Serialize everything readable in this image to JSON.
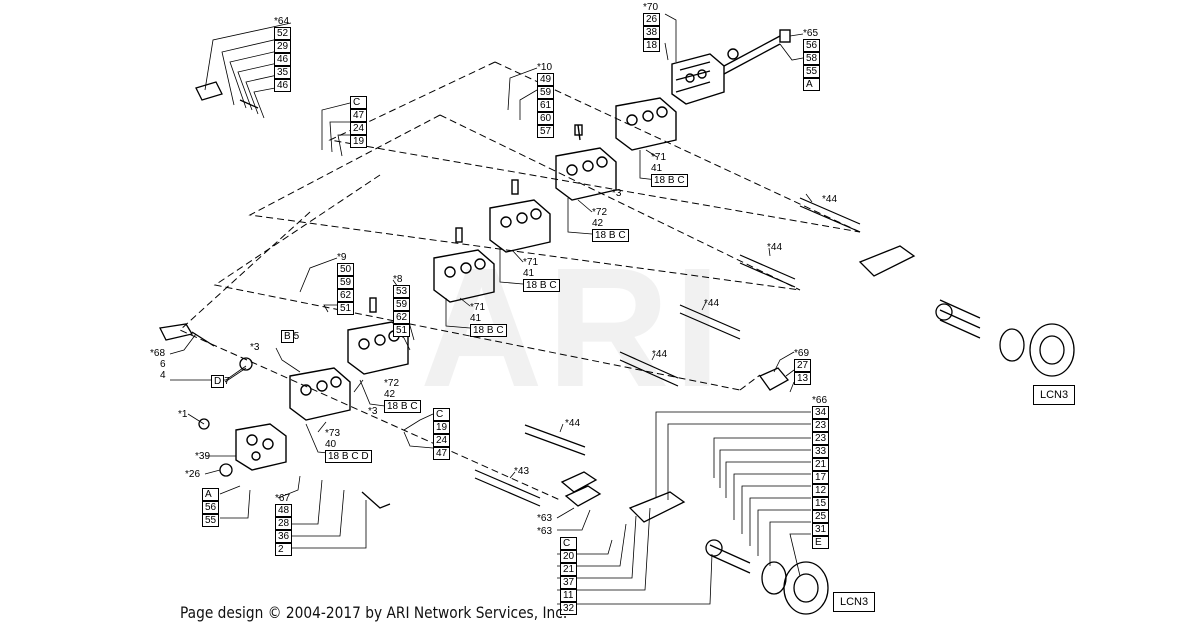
{
  "watermark": "ARI",
  "footer": "Page design © 2004-2017 by ARI Network Services, Inc.",
  "refs": {
    "lcn3_upper": "LCN3",
    "lcn3_lower": "LCN3"
  },
  "groups": {
    "top_left": [
      "*64",
      "52",
      "29",
      "46",
      "35",
      "46"
    ],
    "c_top": [
      "C",
      "47",
      "24",
      "19"
    ],
    "g10": [
      "*10",
      "49",
      "59",
      "61",
      "60",
      "57"
    ],
    "g70": [
      "*70",
      "26",
      "38",
      "18"
    ],
    "g65": [
      "*65",
      "56",
      "58",
      "55",
      "A"
    ],
    "g71a": [
      "*71",
      "41",
      "18 B C"
    ],
    "star3a": "*3",
    "g72a": [
      "*72",
      "42",
      "18 B C"
    ],
    "g9": [
      "*9",
      "50",
      "59",
      "62",
      "51"
    ],
    "g8": [
      "*8",
      "53",
      "59",
      "62",
      "51"
    ],
    "g71b": [
      "*71",
      "41",
      "18 B C"
    ],
    "g71c": [
      "*71",
      "41",
      "18 B C"
    ],
    "g68": [
      "*68",
      "6",
      "4"
    ],
    "d7": [
      "D",
      "7"
    ],
    "b5": [
      "B",
      "5"
    ],
    "star3b": "*3",
    "star3c": "*3",
    "g72b": [
      "*72",
      "42",
      "18 B C"
    ],
    "star1": "*1",
    "g73": [
      "*73",
      "40",
      "18 B C D"
    ],
    "c_mid": [
      "C",
      "19",
      "24",
      "47"
    ],
    "star39": "*39",
    "star26": "*26",
    "a_bot": [
      "A",
      "56",
      "55"
    ],
    "g67": [
      "*67",
      "48",
      "28",
      "36",
      "2"
    ],
    "star44a": "*44",
    "star44b": "*44",
    "star44c": "*44",
    "star44d": "*44",
    "star44e": "*44",
    "star43": "*43",
    "g69": [
      "*69",
      "27",
      "13"
    ],
    "star63a": "*63",
    "star63b": "*63",
    "g_c_bot": [
      "C",
      "20",
      "21",
      "37",
      "11",
      "32"
    ],
    "g66": [
      "*66",
      "34",
      "23",
      "23",
      "33",
      "21",
      "17",
      "12",
      "15",
      "25",
      "31",
      "E"
    ]
  }
}
